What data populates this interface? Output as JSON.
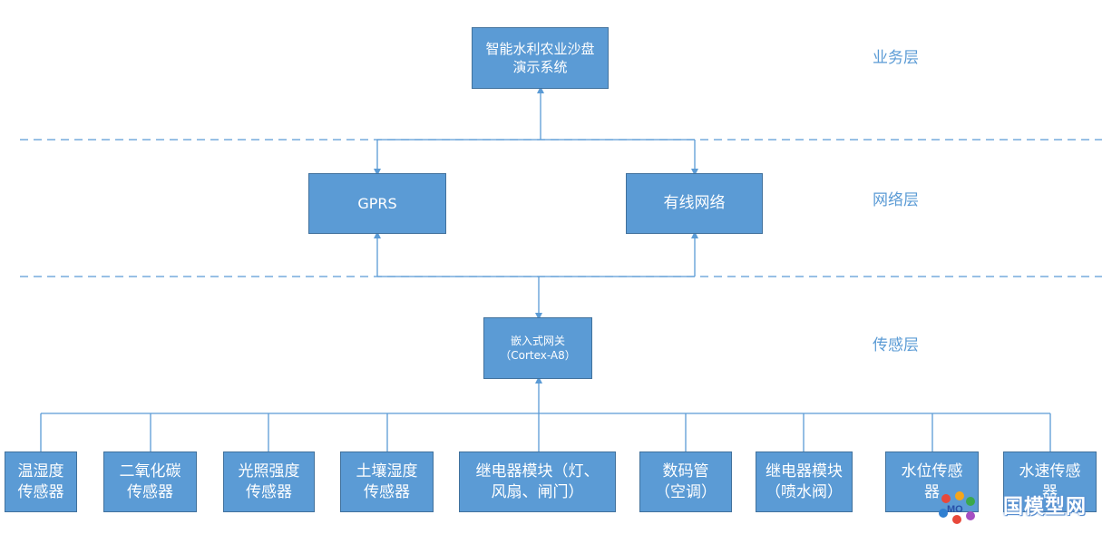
{
  "colors": {
    "box_fill": "#5b9bd5",
    "box_border": "#41719c",
    "line": "#5b9bd5",
    "label": "#5b9bd5"
  },
  "layers": {
    "business": "业务层",
    "network": "网络层",
    "sensing": "传感层"
  },
  "nodes": {
    "system": "智能水利农业沙盘\n演示系统",
    "gprs": "GPRS",
    "wired": "有线网络",
    "gateway": "嵌入式网关\n（Cortex-A8）"
  },
  "sensors": [
    "温湿度\n传感器",
    "二氧化碳\n传感器",
    "光照强度\n传感器",
    "土壤湿度\n传感器",
    "继电器模块（灯、\n风扇、闸门）",
    "数码管\n（空调）",
    "继电器模块\n（喷水阀）",
    "水位传感\n器",
    "水速传感\n器"
  ],
  "watermark": {
    "icon": "mo-logo-icon",
    "text": "国模型网"
  }
}
